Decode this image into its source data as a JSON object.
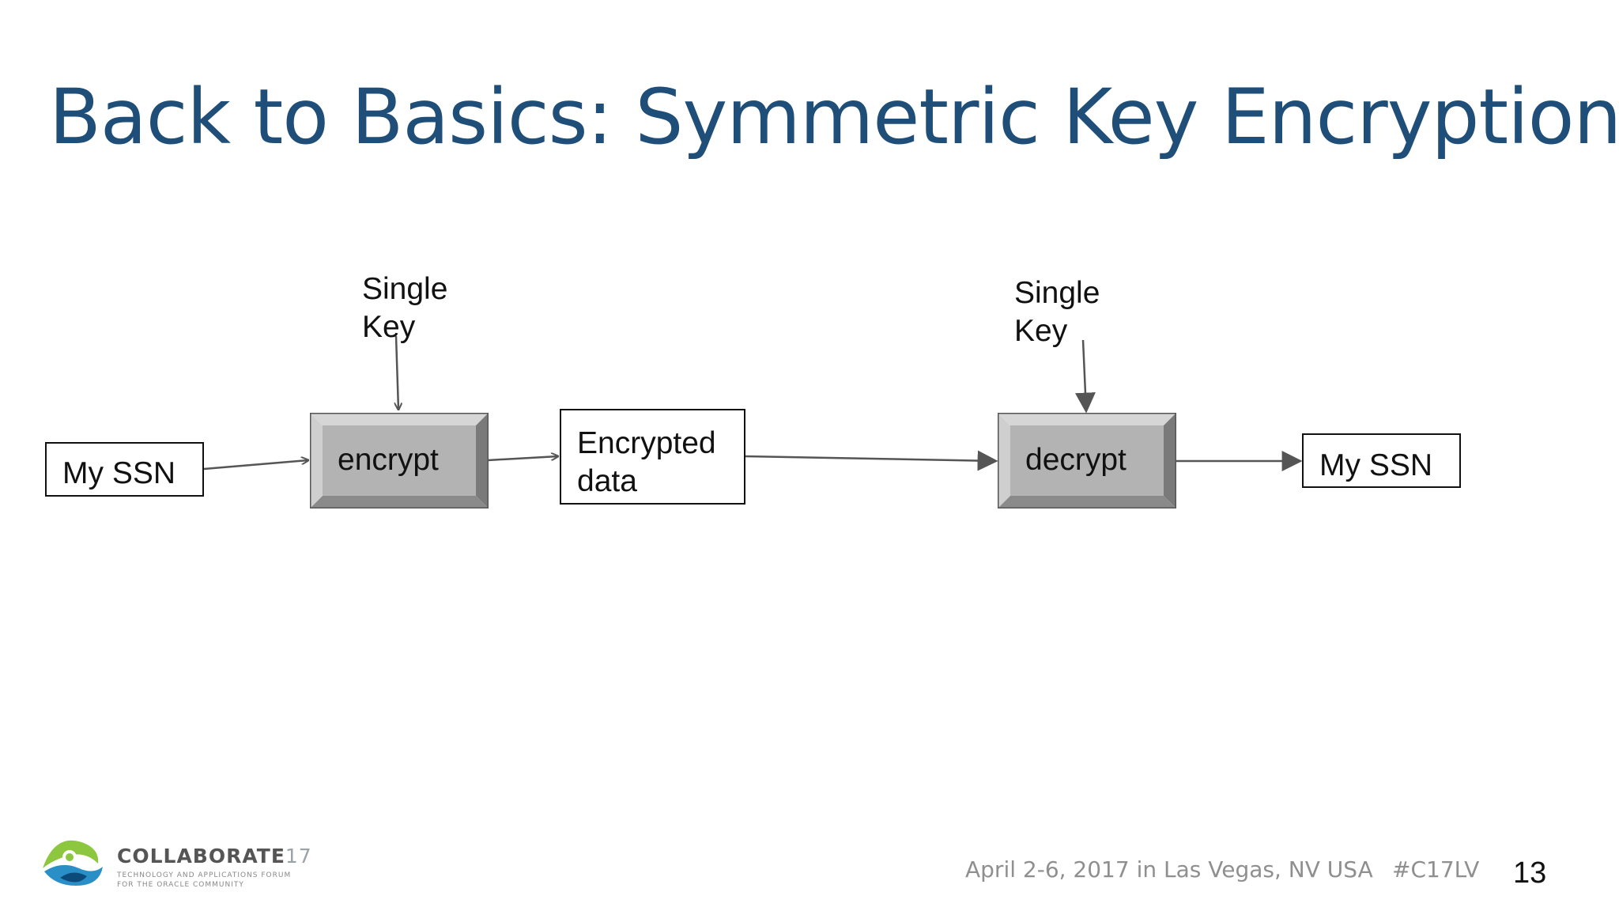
{
  "slide": {
    "title": "Back to Basics: Symmetric Key Encryption",
    "number": "13"
  },
  "diagram": {
    "key_left": [
      "Single",
      "Key"
    ],
    "key_right": [
      "Single",
      "Key"
    ],
    "input_box": "My SSN",
    "encrypt_box": "encrypt",
    "encrypted_box": [
      "Encrypted",
      "data"
    ],
    "decrypt_box": "decrypt",
    "output_box": "My SSN"
  },
  "footer": {
    "logo_name": "COLLABORATE",
    "logo_year": "17",
    "logo_tagline_1": "TECHNOLOGY AND APPLICATIONS FORUM",
    "logo_tagline_2": "FOR THE ORACLE COMMUNITY",
    "event_text": "April 2-6, 2017 in Las Vegas, NV USA",
    "hashtag": "#C17LV"
  },
  "colors": {
    "title": "#1f4e79",
    "bevel_face": "#b3b3b3",
    "bevel_light": "#d6d6d6",
    "bevel_dark": "#7a7a7a",
    "connector": "#555555"
  }
}
